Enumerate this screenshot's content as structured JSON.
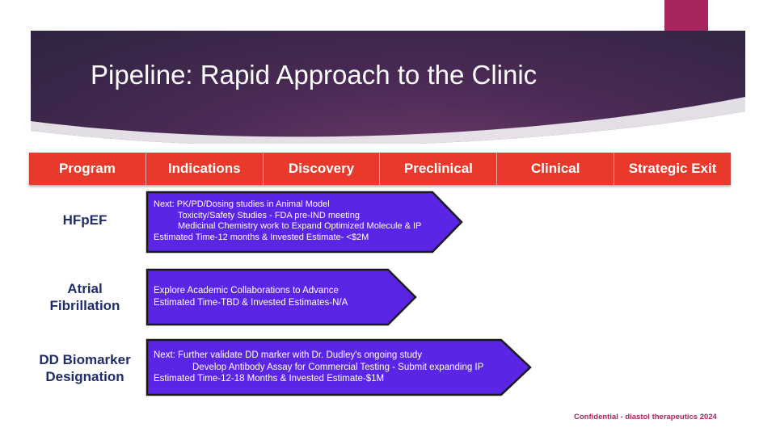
{
  "slide": {
    "title": "Pipeline: Rapid Approach to the Clinic",
    "footer": "Confidential - diastol therapeutics 2024"
  },
  "colors": {
    "header_red": "#e8392a",
    "arrow_fill": "#5b25e6",
    "label_navy": "#1f2d6b",
    "accent_magenta": "#a8265f"
  },
  "columns": [
    "Program",
    "Indications",
    "Discovery",
    "Preclinical",
    "Clinical",
    "Strategic Exit"
  ],
  "programs": [
    {
      "name_lines": [
        "HFpEF"
      ],
      "lines": [
        "Next: PK/PD/Dosing studies in Animal Model",
        "Toxicity/Safety Studies - FDA pre-IND meeting",
        "Medicinal Chemistry work to Expand Optimized Molecule & IP",
        "Estimated Time-12 months & Invested Estimate- <$2M"
      ]
    },
    {
      "name_lines": [
        "Atrial",
        "Fibrillation"
      ],
      "lines": [
        "Explore Academic Collaborations to Advance",
        "Estimated Time-TBD & Invested Estimates-N/A"
      ]
    },
    {
      "name_lines": [
        "DD Biomarker",
        "Designation"
      ],
      "lines": [
        "Next: Further validate DD marker with Dr. Dudley's ongoing study",
        "Develop Antibody Assay for Commercial Testing - Submit expanding IP",
        "Estimated Time-12-18 Months & Invested Estimate-$1M"
      ]
    }
  ]
}
